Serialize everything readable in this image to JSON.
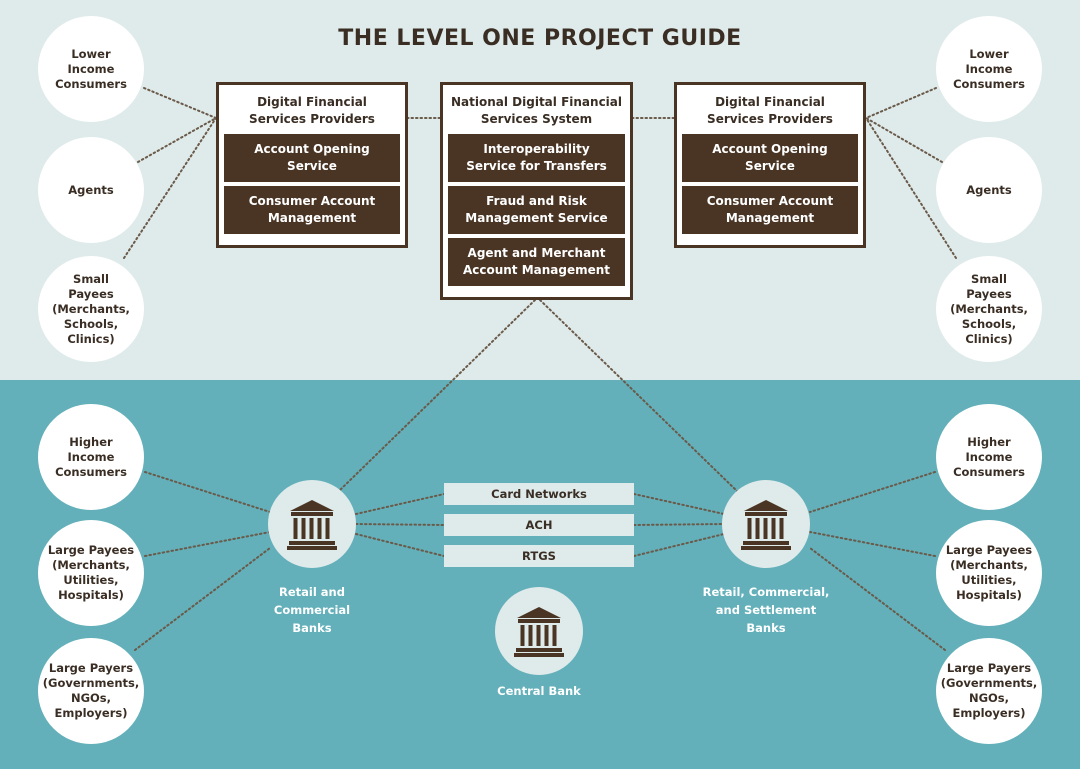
{
  "title": "THE LEVEL ONE PROJECT GUIDE",
  "colors": {
    "top_band": "#dfeaea",
    "bottom_band": "#63b0ba",
    "dark_brown": "#4a3423",
    "text_dark": "#3a2e24",
    "circle_fill": "#ffffff"
  },
  "top_left_circles": [
    "Lower\nIncome\nConsumers",
    "Agents",
    "Small\nPayees\n(Merchants,\nSchools,\nClinics)"
  ],
  "top_right_circles": [
    "Lower\nIncome\nConsumers",
    "Agents",
    "Small\nPayees\n(Merchants,\nSchools,\nClinics)"
  ],
  "left_provider": {
    "title": "Digital Financial\nServices Providers",
    "services": [
      "Account Opening\nService",
      "Consumer Account\nManagement"
    ]
  },
  "national_system": {
    "title": "National Digital Financial\nServices System",
    "services": [
      "Interoperability\nService for Transfers",
      "Fraud and Risk\nManagement Service",
      "Agent and Merchant\nAccount Management"
    ]
  },
  "right_provider": {
    "title": "Digital Financial\nServices Providers",
    "services": [
      "Account Opening\nService",
      "Consumer Account\nManagement"
    ]
  },
  "bottom_left_circles": [
    "Higher\nIncome\nConsumers",
    "Large Payees\n(Merchants,\nUtilities,\nHospitals)",
    "Large Payers\n(Governments,\nNGOs,\nEmployers)"
  ],
  "bottom_right_circles": [
    "Higher\nIncome\nConsumers",
    "Large Payees\n(Merchants,\nUtilities,\nHospitals)",
    "Large Payers\n(Governments,\nNGOs,\nEmployers)"
  ],
  "rails": [
    "Card Networks",
    "ACH",
    "RTGS"
  ],
  "banks": {
    "left": "Retail and\nCommercial\nBanks",
    "right": "Retail, Commercial,\nand Settlement\nBanks",
    "central": "Central Bank"
  },
  "icons": {
    "bank": "bank-building-icon"
  }
}
